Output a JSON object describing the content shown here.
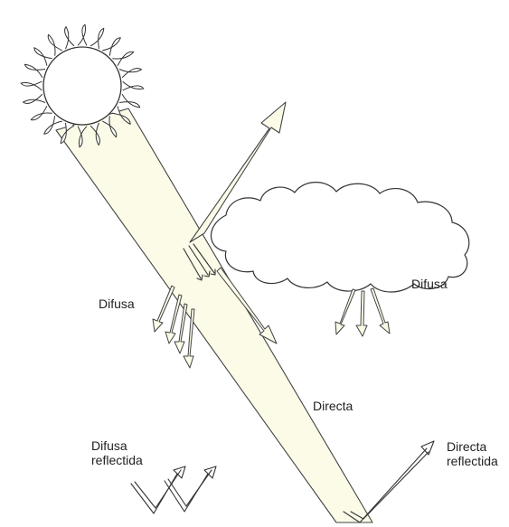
{
  "labels": {
    "difusa_left": "Difusa",
    "difusa_cloud": "Difusa",
    "directa": "Directa",
    "difusa_reflectida": "Difusa\nreflectida",
    "directa_reflectida": "Directa\nreflectida"
  },
  "colors": {
    "beam_fill": "#fbfbe8",
    "line": "#333333",
    "background": "#ffffff"
  },
  "icons": [
    "sun-icon",
    "cloud-icon"
  ]
}
